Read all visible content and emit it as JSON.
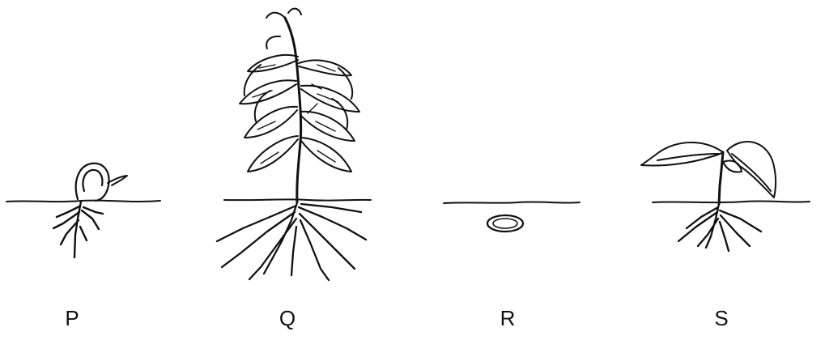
{
  "stages": [
    {
      "id": "P",
      "label": "P"
    },
    {
      "id": "Q",
      "label": "Q"
    },
    {
      "id": "R",
      "label": "R"
    },
    {
      "id": "S",
      "label": "S"
    }
  ],
  "colors": {
    "ink": "#111111",
    "background": "#ffffff"
  }
}
